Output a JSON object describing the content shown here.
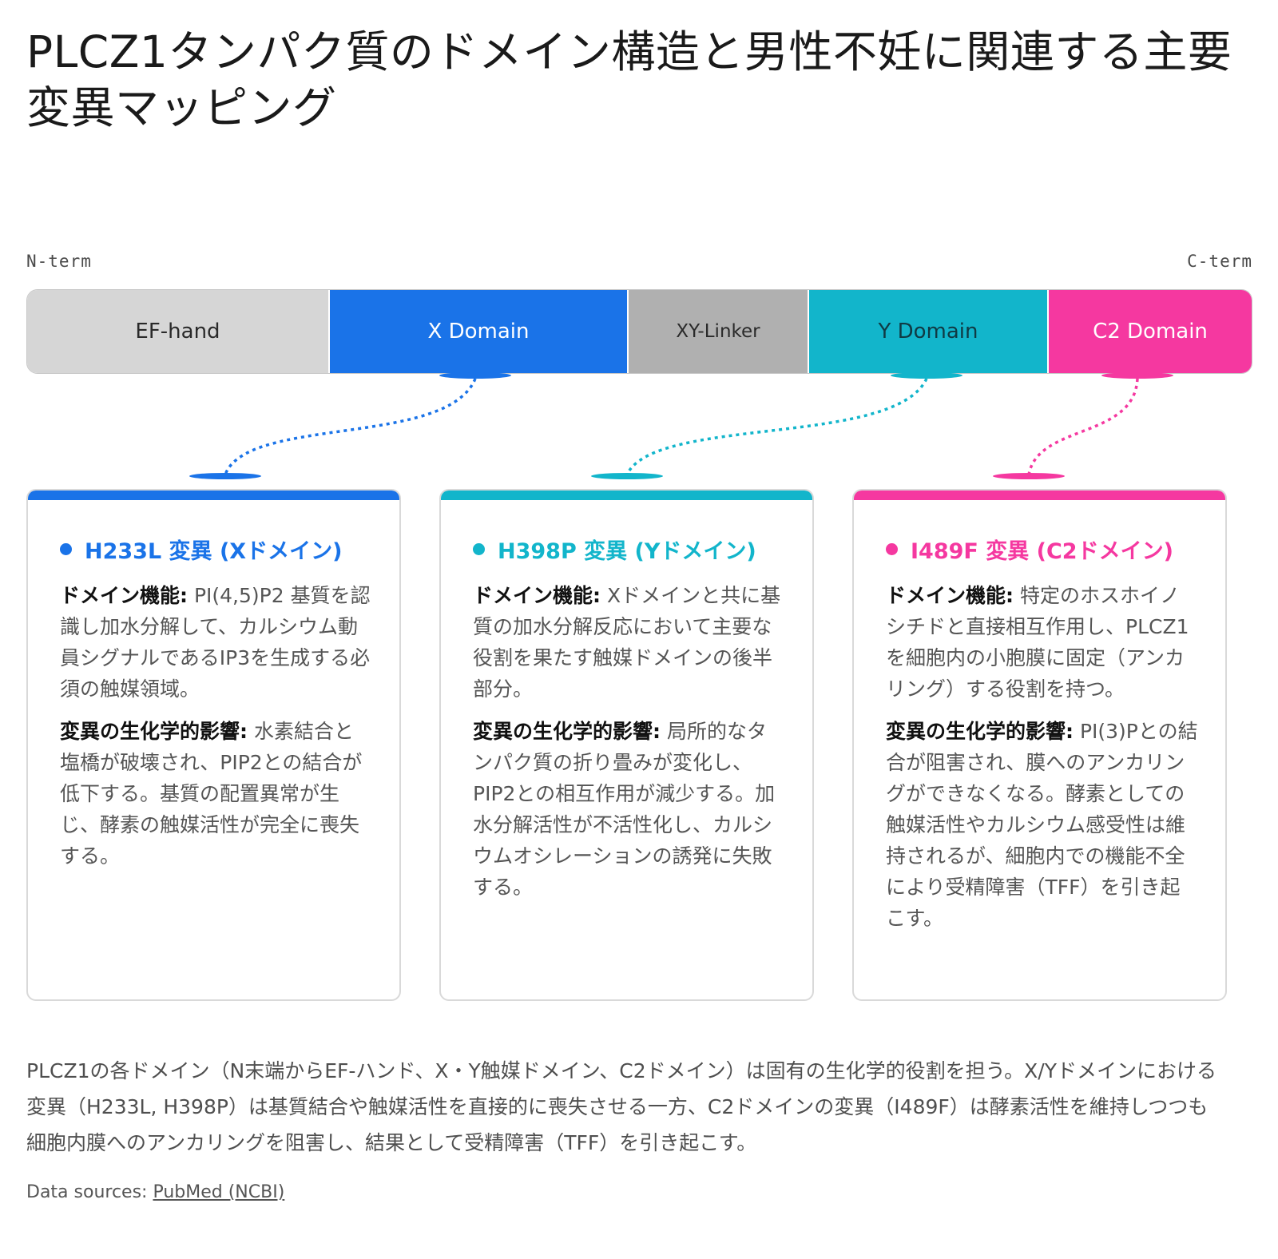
{
  "title": "PLCZ1タンパク質のドメイン構造と男性不妊に関連する主要変異マッピング",
  "terminal": {
    "n": "N-term",
    "c": "C-term"
  },
  "domains": [
    {
      "label": "EF-hand",
      "color": "#d6d6d6"
    },
    {
      "label": "X Domain",
      "color": "#1a73e8"
    },
    {
      "label": "XY-Linker",
      "color": "#b0b0b0"
    },
    {
      "label": "Y Domain",
      "color": "#12b5cb"
    },
    {
      "label": "C2 Domain",
      "color": "#f538a0"
    }
  ],
  "mutations": [
    {
      "heading": "H233L 変異 (Xドメイン)",
      "color": "#1a73e8",
      "function_label": "ドメイン機能:",
      "function_text": " PI(4,5)P2 基質を認識し加水分解して、カルシウム動員シグナルであるIP3を生成する必須の触媒領域。",
      "impact_label": "変異の生化学的影響:",
      "impact_text": " 水素結合と塩橋が破壊され、PIP2との結合が低下する。基質の配置異常が生じ、酵素の触媒活性が完全に喪失する。"
    },
    {
      "heading": "H398P 変異 (Yドメイン)",
      "color": "#12b5cb",
      "function_label": "ドメイン機能:",
      "function_text": " Xドメインと共に基質の加水分解反応において主要な役割を果たす触媒ドメインの後半部分。",
      "impact_label": "変異の生化学的影響:",
      "impact_text": " 局所的なタンパク質の折り畳みが変化し、PIP2との相互作用が減少する。加水分解活性が不活性化し、カルシウムオシレーションの誘発に失敗する。"
    },
    {
      "heading": "I489F 変異 (C2ドメイン)",
      "color": "#f538a0",
      "function_label": "ドメイン機能:",
      "function_text": " 特定のホスホイノシチドと直接相互作用し、PLCZ1を細胞内の小胞膜に固定（アンカリング）する役割を持つ。",
      "impact_label": "変異の生化学的影響:",
      "impact_text": " PI(3)Pとの結合が阻害され、膜へのアンカリングができなくなる。酵素としての触媒活性やカルシウム感受性は維持されるが、細胞内での機能不全により受精障害（TFF）を引き起こす。"
    }
  ],
  "summary": "PLCZ1の各ドメイン（N末端からEF-ハンド、X・Y触媒ドメイン、C2ドメイン）は固有の生化学的役割を担う。X/Yドメインにおける変異（H233L, H398P）は基質結合や触媒活性を直接的に喪失させる一方、C2ドメインの変異（I489F）は酵素活性を維持しつつも細胞内膜へのアンカリングを阻害し、結果として受精障害（TFF）を引き起こす。",
  "sources": {
    "prefix": "Data sources: ",
    "link": "PubMed (NCBI)"
  }
}
